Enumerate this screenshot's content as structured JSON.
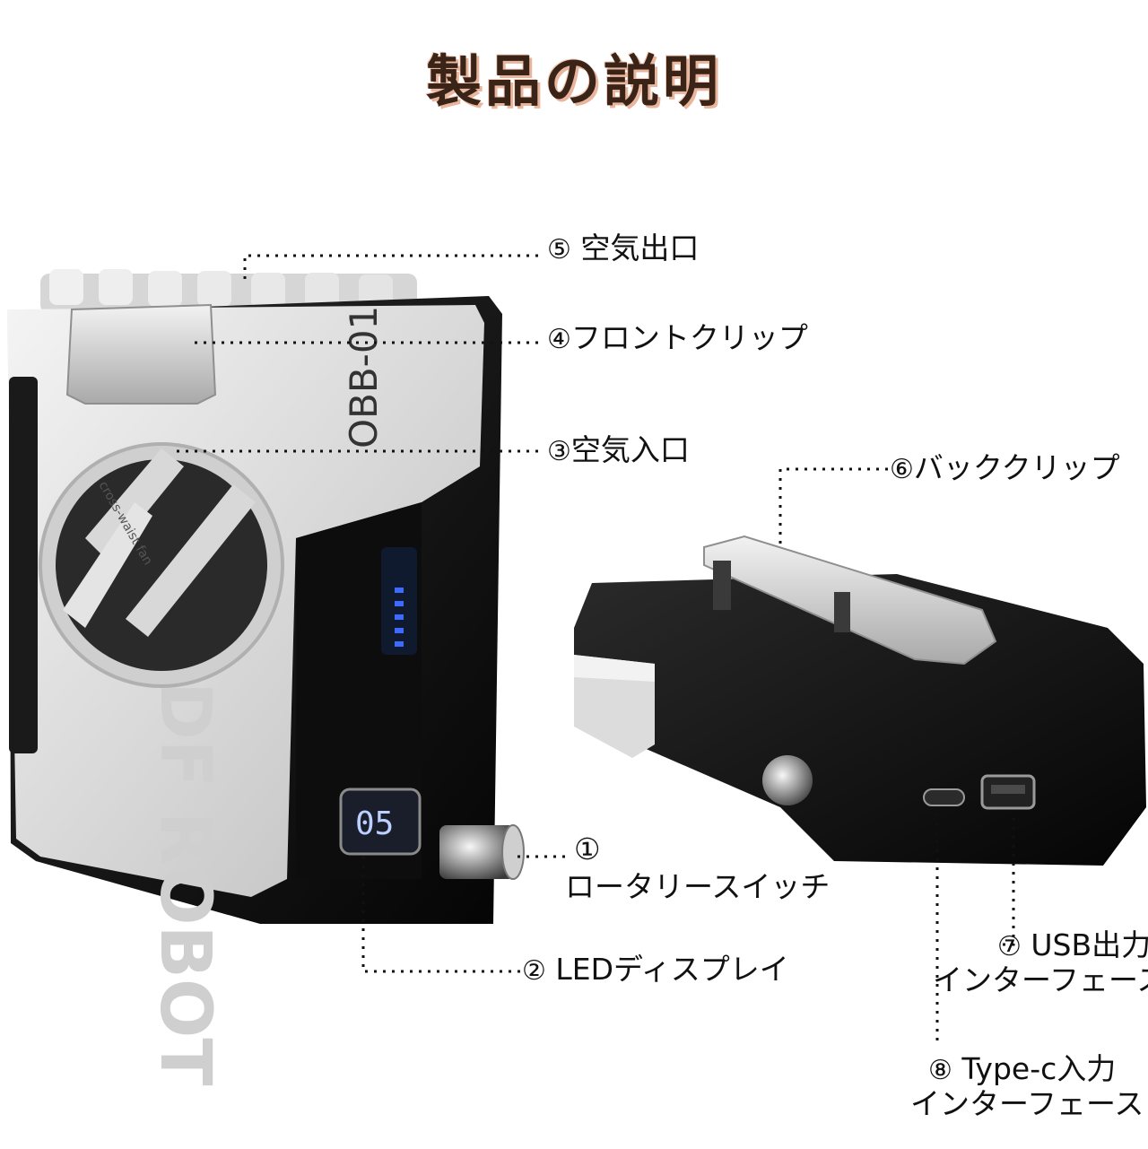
{
  "title": "製品の説明",
  "labels": {
    "air_outlet": {
      "num": "⑤",
      "text": "空気出口"
    },
    "front_clip": {
      "num": "④",
      "text": "フロントクリップ"
    },
    "air_inlet": {
      "num": "③",
      "text": "空気入口"
    },
    "back_clip": {
      "num": "⑥",
      "text": "バッククリップ"
    },
    "rotary_switch": {
      "num": "①",
      "text": "ロータリースイッチ"
    },
    "led_display": {
      "num": "②",
      "text": "LEDディスプレイ"
    },
    "usb_output": {
      "num": "⑦",
      "line1": "USB出力",
      "line2": "インターフェース"
    },
    "typec_input": {
      "num": "⑧",
      "line1": "Type-c入力",
      "line2": "インターフェース"
    }
  },
  "device": {
    "model_text": "OBB-01",
    "brand_text": "DF ROBOT",
    "fan_text": "cross-waist fan",
    "display_value": "05"
  },
  "colors": {
    "title": "#3a2418",
    "title_shadow": "#e9b59d",
    "body_white": "#e8e8e8",
    "body_black": "#111111",
    "led_blue": "#3d6bff"
  }
}
